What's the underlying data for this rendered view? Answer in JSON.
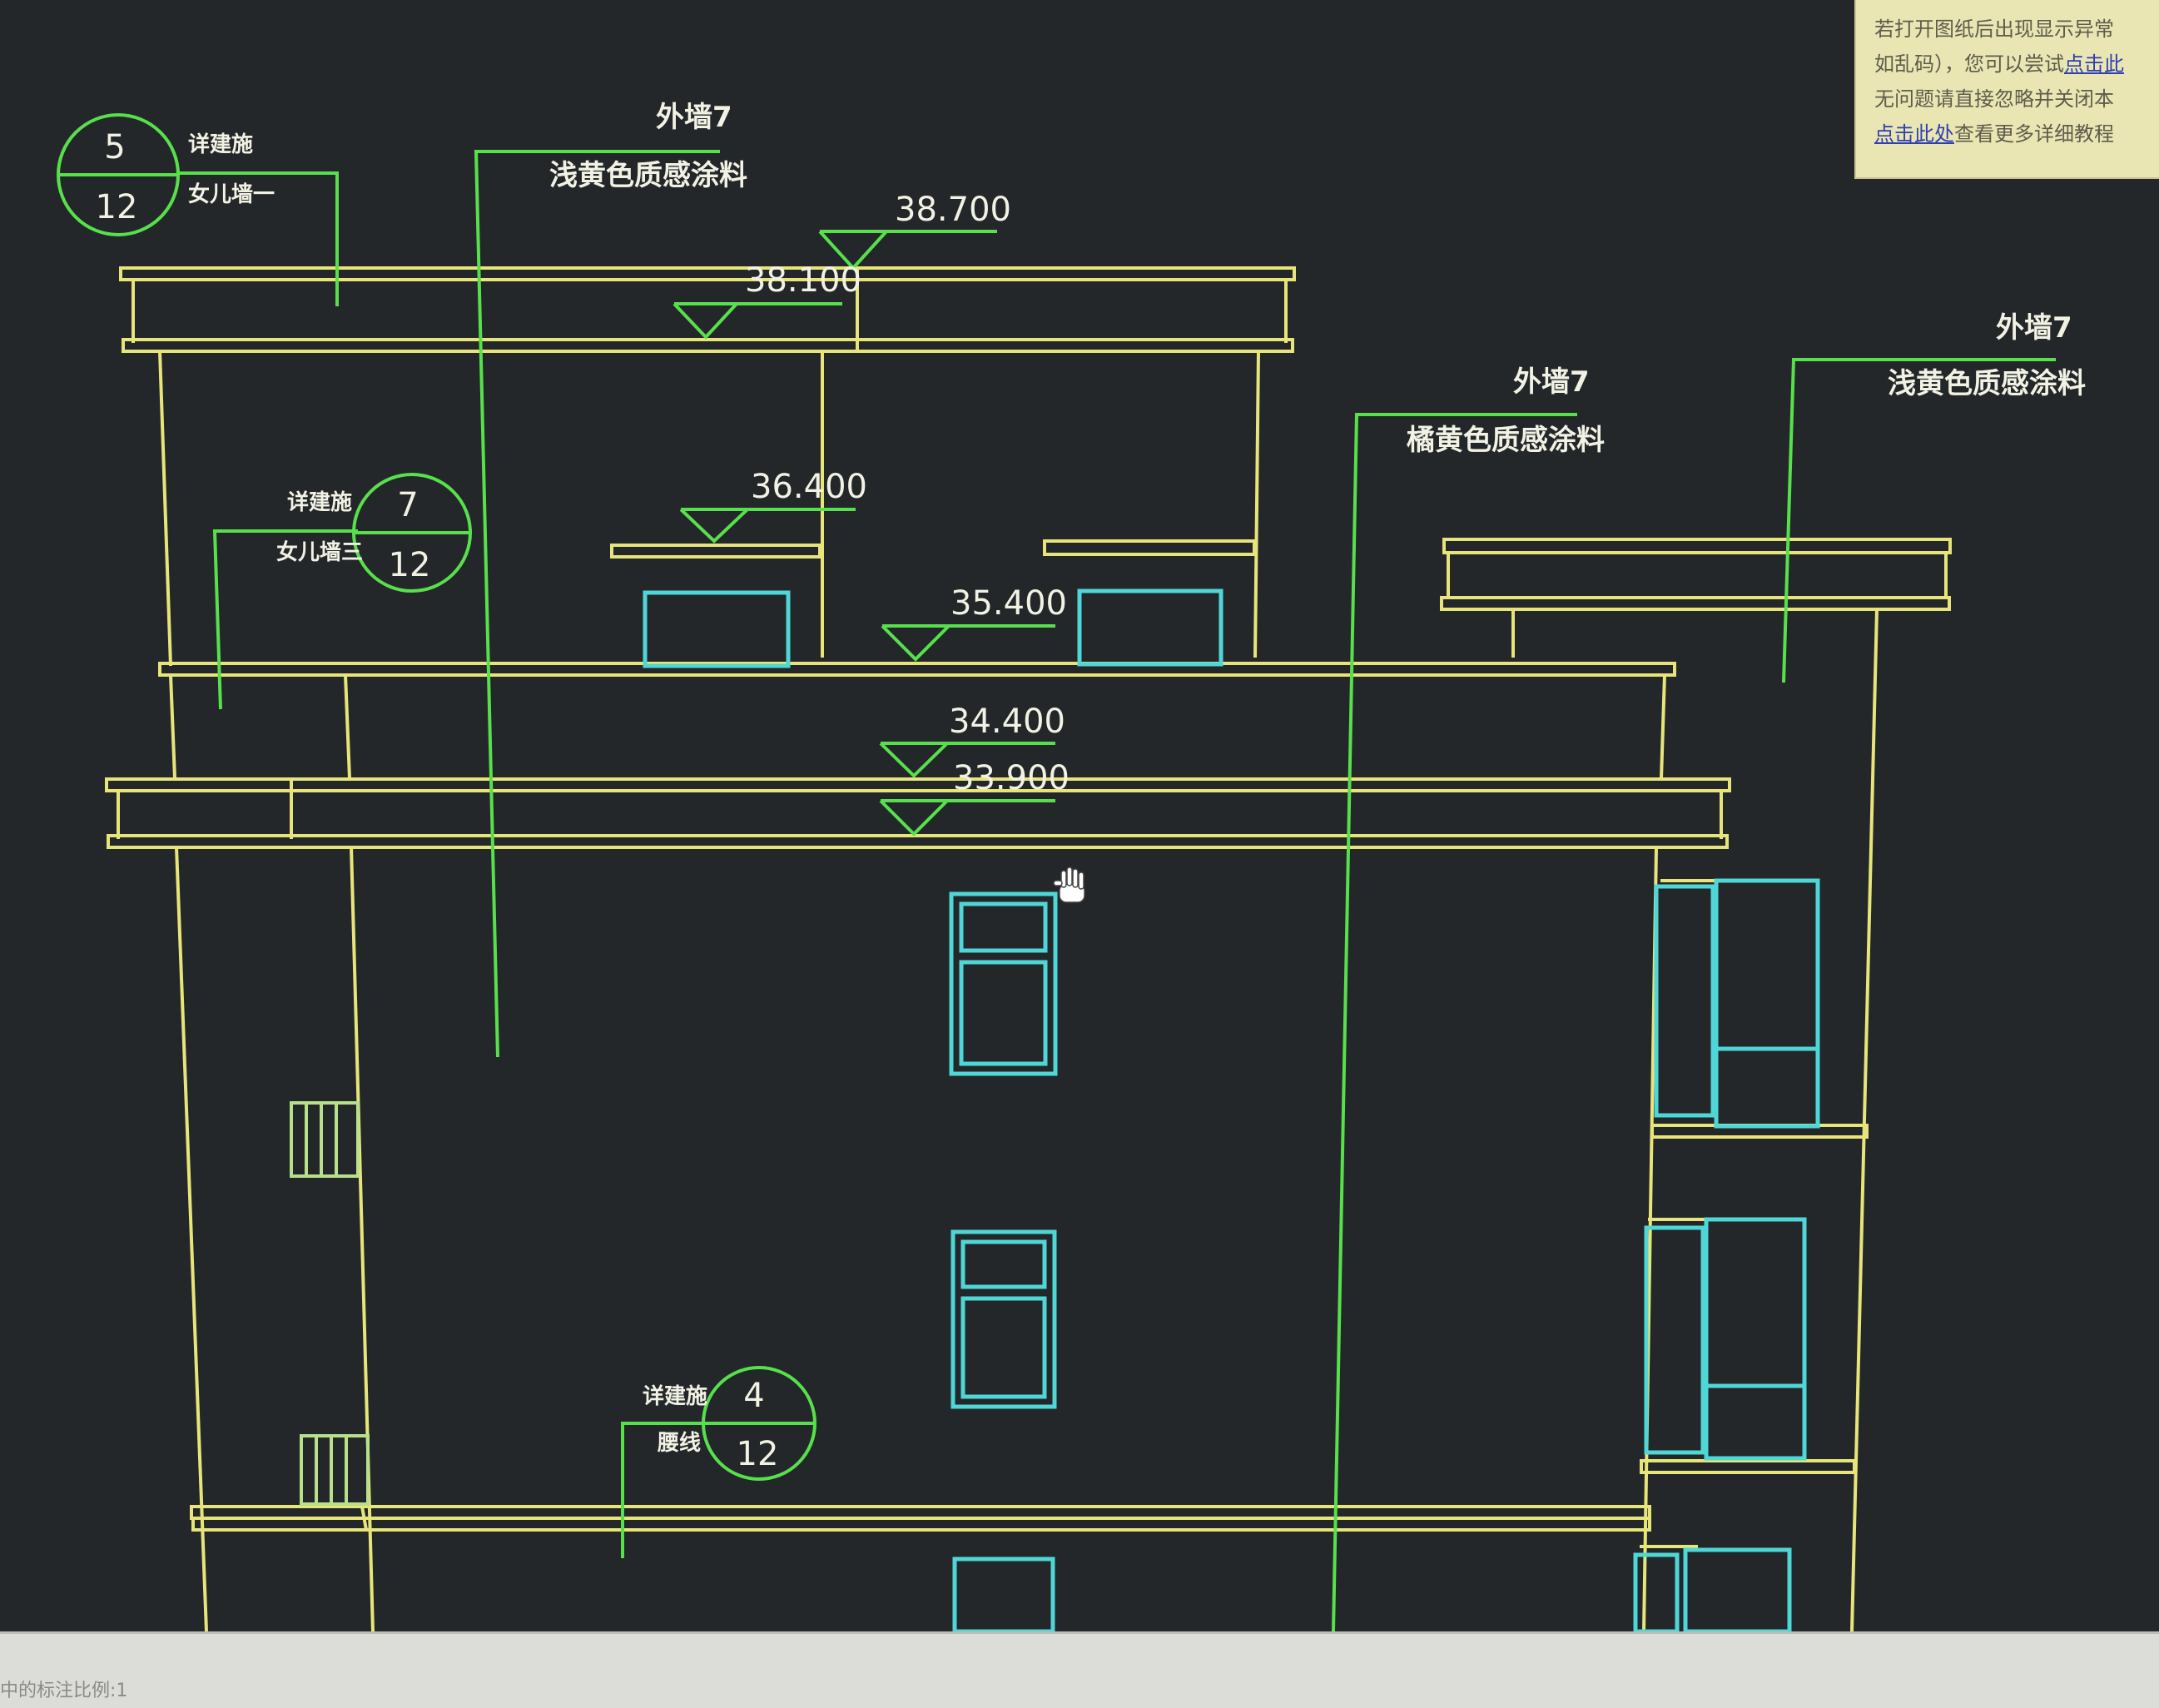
{
  "drawing": {
    "elevations": [
      "38.700",
      "38.100",
      "36.400",
      "35.400",
      "34.400",
      "33.900"
    ],
    "callouts": [
      {
        "top": "5",
        "bottom": "12",
        "note_line1": "详建施",
        "note_line2": "女儿墙一"
      },
      {
        "top": "7",
        "bottom": "12",
        "note_line1": "详建施",
        "note_line2": "女儿墙三"
      },
      {
        "top": "4",
        "bottom": "12",
        "note_line1": "详建施",
        "note_line2": "腰线"
      }
    ],
    "materials": [
      {
        "code": "外墙7",
        "desc": "浅黄色质感涂料"
      },
      {
        "code": "外墙7",
        "desc": "橘黄色质感涂料"
      },
      {
        "code": "外墙7",
        "desc": "浅黄色质感涂料"
      }
    ]
  },
  "notice": {
    "line1": "若打开图纸后出现显示异常",
    "line2_prefix": "如乱码），您可以尝试",
    "line2_link": "点击此",
    "line3": "无问题请直接忽略并关闭本",
    "line4_link": "点击此处",
    "line4_suffix": "查看更多详细教程"
  },
  "statusbar": {
    "text": "中的标注比例:1"
  },
  "colors": {
    "background": "#232729",
    "building_lines": "#e7e57a",
    "leader_lines": "#58e04c",
    "windows": "#4fd6d6",
    "annotation_text": "#f2f2e4"
  }
}
